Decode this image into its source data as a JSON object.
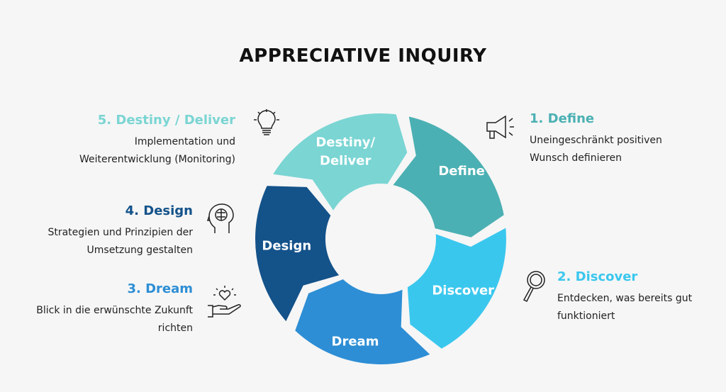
{
  "title": "APPRECIATIVE INQUIRY",
  "segments": [
    {
      "label": [
        "Define"
      ],
      "color": "#4bb0b3"
    },
    {
      "label": [
        "Discover"
      ],
      "color": "#3ac7ee"
    },
    {
      "label": [
        "Dream"
      ],
      "color": "#2d8ed5"
    },
    {
      "label": [
        "Design"
      ],
      "color": "#14528a"
    },
    {
      "label": [
        "Destiny/",
        "Deliver"
      ],
      "color": "#7ad5d3"
    }
  ],
  "steps": {
    "define": {
      "heading": "1. Define",
      "line1": "Uneingeschränkt positiven",
      "line2": "Wunsch definieren",
      "color": "#4bb0b3"
    },
    "discover": {
      "heading": "2. Discover",
      "line1": "Entdecken, was bereits gut",
      "line2": "funktioniert",
      "color": "#3ac7ee"
    },
    "dream": {
      "heading": "3. Dream",
      "line1": "Blick in die erwünschte Zukunft",
      "line2": "richten",
      "color": "#2d8ed5"
    },
    "design": {
      "heading": "4. Design",
      "line1": "Strategien und Prinzipien der",
      "line2": "Umsetzung gestalten",
      "color": "#14528a"
    },
    "destiny": {
      "heading": "5. Destiny / Deliver",
      "line1": "Implementation und",
      "line2": "Weiterentwicklung (Monitoring)",
      "color": "#7ad5d3"
    }
  }
}
